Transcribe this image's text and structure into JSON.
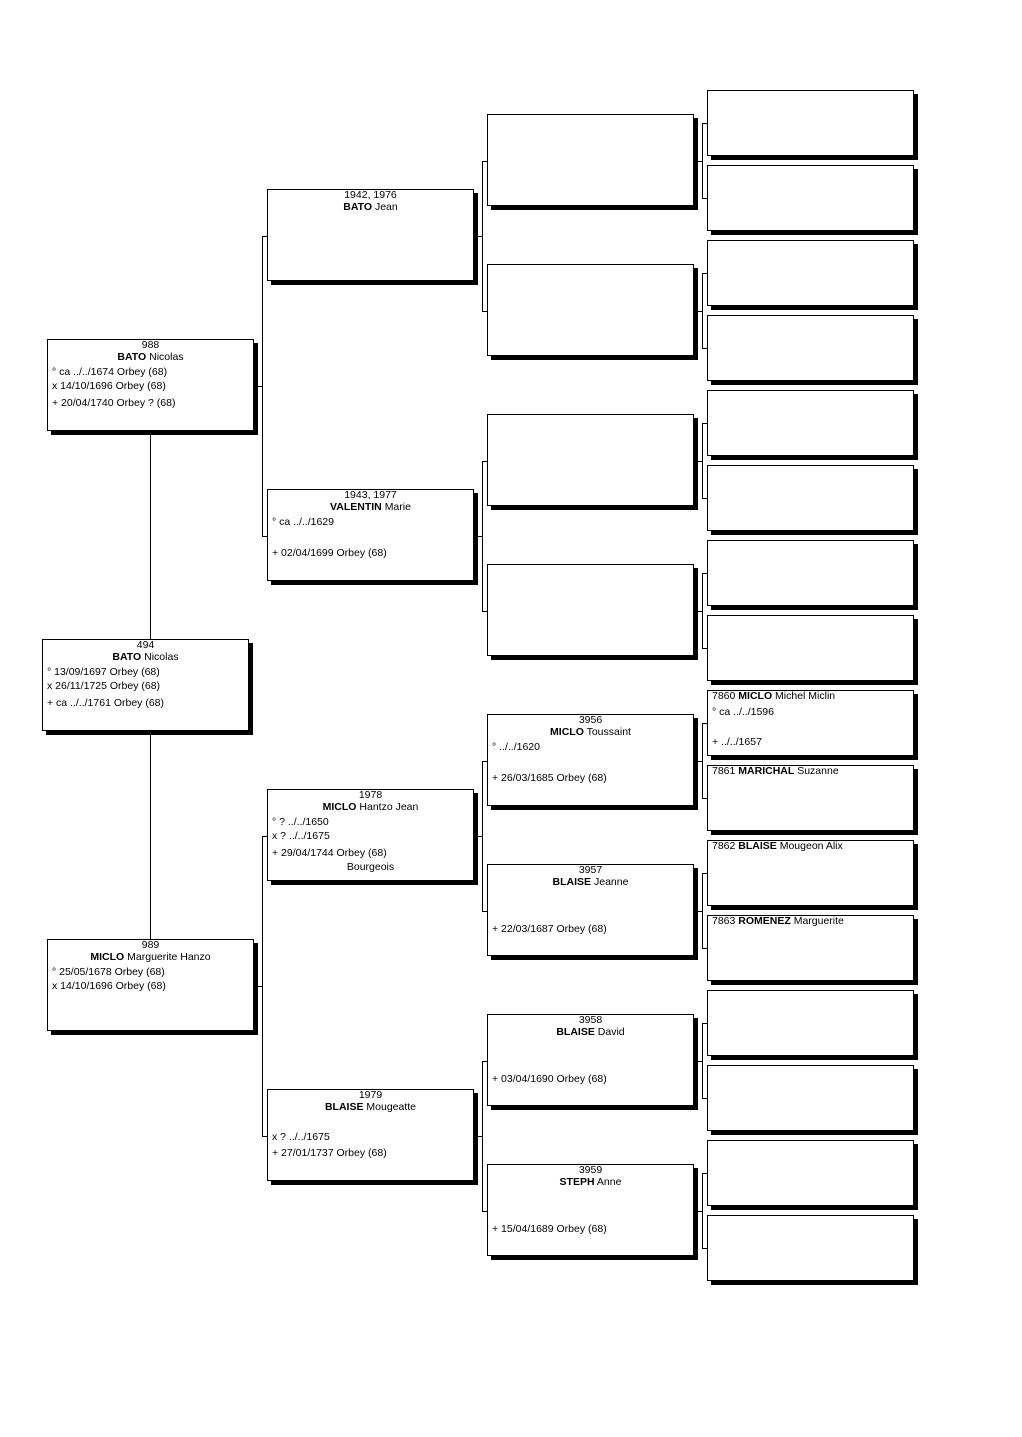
{
  "persons": {
    "p494": {
      "num": "494",
      "surname": "BATO",
      "given": "Nicolas",
      "events": [
        "° 13/09/1697 Orbey (68)",
        "x 26/11/1725 Orbey (68)",
        "+ ca ../../1761 Orbey (68)"
      ]
    },
    "p988": {
      "num": "988",
      "surname": "BATO",
      "given": "Nicolas",
      "events": [
        "° ca ../../1674 Orbey (68)",
        "x 14/10/1696 Orbey (68)",
        "+ 20/04/1740 Orbey ? (68)"
      ]
    },
    "p989": {
      "num": "989",
      "surname": "MICLO",
      "given": "Marguerite Hanzo",
      "events": [
        "° 25/05/1678 Orbey (68)",
        "x 14/10/1696 Orbey (68)"
      ]
    },
    "p1942": {
      "num": "1942, 1976",
      "surname": "BATO",
      "given": "Jean",
      "events": []
    },
    "p1943": {
      "num": "1943, 1977",
      "surname": "VALENTIN",
      "given": "Marie",
      "events": [
        "° ca ../../1629",
        "+ 02/04/1699 Orbey (68)"
      ]
    },
    "p1978": {
      "num": "1978",
      "surname": "MICLO",
      "given": "Hantzo Jean",
      "events": [
        "° ? ../../1650",
        "x ? ../../1675",
        "+ 29/04/1744 Orbey (68)"
      ],
      "note": "Bourgeois"
    },
    "p1979": {
      "num": "1979",
      "surname": "BLAISE",
      "given": "Mougeatte",
      "events": [
        "x ? ../../1675",
        "+ 27/01/1737 Orbey (68)"
      ]
    },
    "p3956": {
      "num": "3956",
      "surname": "MICLO",
      "given": "Toussaint",
      "events": [
        "° ../../1620",
        "+ 26/03/1685 Orbey (68)"
      ]
    },
    "p3957": {
      "num": "3957",
      "surname": "BLAISE",
      "given": "Jeanne",
      "events": [
        "+ 22/03/1687 Orbey (68)"
      ]
    },
    "p3958": {
      "num": "3958",
      "surname": "BLAISE",
      "given": "David",
      "events": [
        "+ 03/04/1690 Orbey (68)"
      ]
    },
    "p3959": {
      "num": "3959",
      "surname": "STEPH",
      "given": "Anne",
      "events": [
        "+ 15/04/1689 Orbey (68)"
      ]
    },
    "p7860": {
      "num": "7860",
      "surname": "MICLO",
      "given": "Michel Miclin",
      "events": [
        "° ca ../../1596",
        "+ ../../1657"
      ]
    },
    "p7861": {
      "num": "7861",
      "surname": "MARICHAL",
      "given": "Suzanne",
      "events": []
    },
    "p7862": {
      "num": "7862",
      "surname": "BLAISE",
      "given": "Mougeon Alix",
      "events": []
    },
    "p7863": {
      "num": "7863",
      "surname": "ROMENEZ",
      "given": "Marguerite",
      "events": []
    }
  }
}
